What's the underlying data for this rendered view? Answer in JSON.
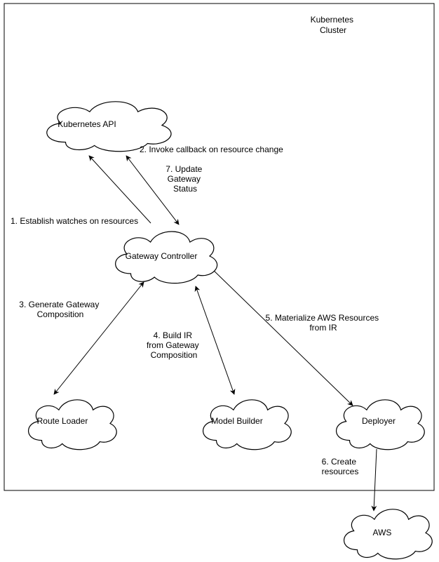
{
  "cluster": {
    "label_lines": [
      "Kubernetes",
      "Cluster"
    ]
  },
  "nodes": {
    "k8s_api": "Kubernetes API",
    "gateway_controller": "Gateway Controller",
    "route_loader": "Route Loader",
    "model_builder": "Model Builder",
    "deployer": "Deployer",
    "aws": "AWS"
  },
  "edges": [
    {
      "id": "e1",
      "label_lines": [
        "1. Establish watches on resources"
      ]
    },
    {
      "id": "e2",
      "label_lines": [
        "2. Invoke callback on resource change"
      ]
    },
    {
      "id": "e3",
      "label_lines": [
        "3. Generate Gateway",
        "Composition"
      ]
    },
    {
      "id": "e4",
      "label_lines": [
        "4. Build IR",
        "from Gateway",
        "Composition"
      ]
    },
    {
      "id": "e5",
      "label_lines": [
        "5. Materialize AWS Resources",
        "from IR"
      ]
    },
    {
      "id": "e6",
      "label_lines": [
        "6. Create",
        "resources"
      ]
    },
    {
      "id": "e7",
      "label_lines": [
        "7. Update",
        "Gateway",
        "Status"
      ]
    }
  ]
}
